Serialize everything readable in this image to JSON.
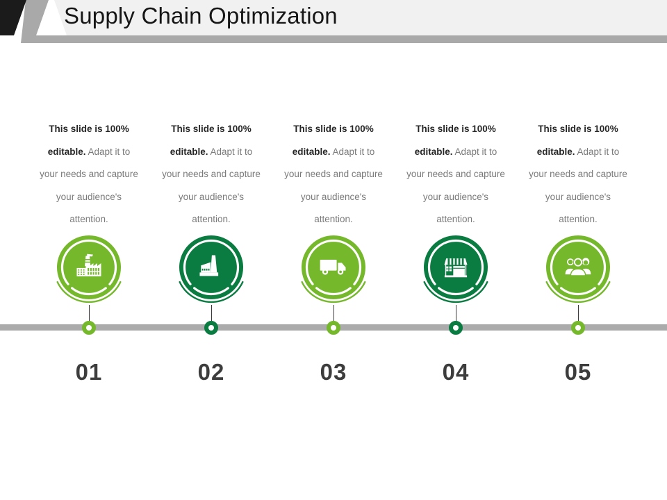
{
  "slide_title": "Supply Chain Optimization",
  "theme": {
    "light_green": "#76b82c",
    "dark_green": "#0a7b41",
    "timeline_gray": "#ababab",
    "header_strip_gray": "#a9a9a9",
    "header_banner_gray": "#f1f1f2",
    "corner_black": "#1b1b1b",
    "body_text_gray": "#7a7a7a",
    "body_text_bold": "#262626",
    "number_gray": "#3d3d3d"
  },
  "card_text": {
    "line1": "This slide is 100%",
    "line2_bold": "editable.",
    "line2_rest": " Adapt it to",
    "line3": "your needs and capture",
    "line4": "your audience's",
    "line5": "attention."
  },
  "columns": [
    {
      "number": "01",
      "icon": "factory-icon",
      "color": "light_green"
    },
    {
      "number": "02",
      "icon": "industrial-plant-icon",
      "color": "dark_green"
    },
    {
      "number": "03",
      "icon": "delivery-truck-icon",
      "color": "light_green"
    },
    {
      "number": "04",
      "icon": "storefront-icon",
      "color": "dark_green"
    },
    {
      "number": "05",
      "icon": "customers-team-icon",
      "color": "light_green"
    }
  ]
}
